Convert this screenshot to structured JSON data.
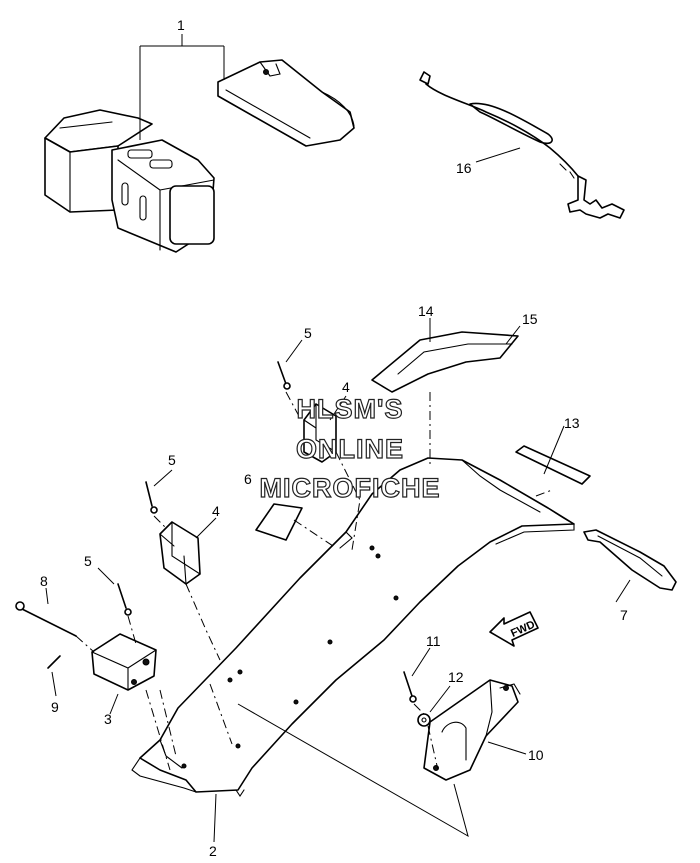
{
  "callouts": {
    "c1": "1",
    "c2": "2",
    "c3": "3",
    "c4a": "4",
    "c4b": "4",
    "c5a": "5",
    "c5b": "5",
    "c5c": "5",
    "c6": "6",
    "c7": "7",
    "c8": "8",
    "c9": "9",
    "c10": "10",
    "c11": "11",
    "c12": "12",
    "c13": "13",
    "c14": "14",
    "c15": "15",
    "c16": "16"
  },
  "watermark": {
    "line1": "HLSM'S",
    "line2": "ONLINE",
    "line3": "MICROFICHE"
  },
  "direction_arrow": {
    "label": "FWD"
  }
}
